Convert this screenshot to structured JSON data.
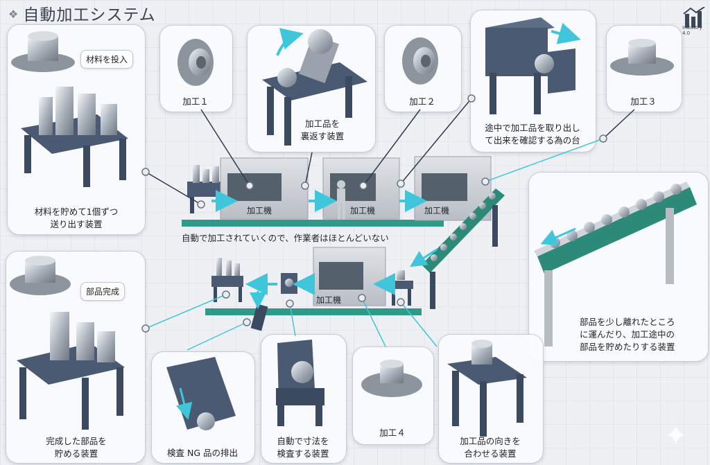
{
  "header": {
    "title": "自動加工システム",
    "logo_text": "Industry 4.0"
  },
  "tags": {
    "material_in": "材料を投入",
    "parts_done": "部品完成"
  },
  "cards": {
    "feeder": "材料を貯めて1個ずつ\n送り出す装置",
    "proc1": "加工１",
    "flipper": "加工品を\n裏返す装置",
    "proc2": "加工２",
    "inspect_table": "途中で加工品を取り出し\nて出来を確認する為の台",
    "proc3": "加工３",
    "conveyor": "部品を少し離れたところ\nに運んだり、加工途中の\n部品を貯めたりする装置",
    "storage": "完成した部品を\n貯める装置",
    "ng_eject": "検査 NG 品の排出",
    "measure": "自動で寸法を\n検査する装置",
    "proc4": "加工４",
    "orient": "加工品の向きを\n合わせる装置"
  },
  "machines": {
    "m1": "加工機",
    "m2": "加工機",
    "m3": "加工機",
    "m4": "加工機"
  },
  "caption": "自動で加工されていくので、作業者はほとんどいない",
  "colors": {
    "line": "#2f9a88",
    "arrow": "#3fc6da",
    "steel": "#4a5a72",
    "panel_border": "#c5ccd5"
  }
}
